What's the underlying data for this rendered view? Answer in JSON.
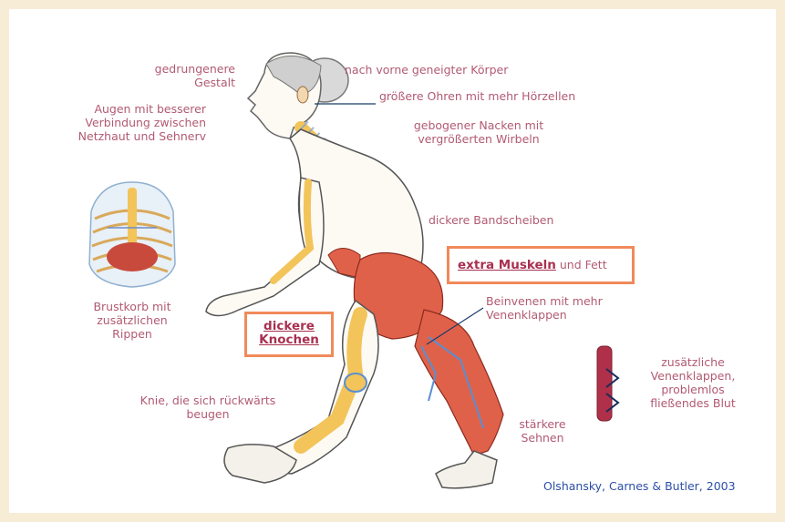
{
  "labels": {
    "compact_build": "gedrungenere\nGestalt",
    "eyes": "Augen mit besserer\nVerbindung zwischen\nNetzhaut und Sehnerv",
    "forward_body": "nach vorne geneigter Körper",
    "ears": "größere Ohren mit mehr Hörzellen",
    "neck": "gebogener Nacken mit\nvergrößerten Wirbeln",
    "discs": "dickere Bandscheiben",
    "muscles_bold": "extra Muskeln",
    "muscles_rest": " und Fett",
    "leg_veins": "Beinvenen mit mehr\nVenenklappen",
    "ribcage": "Brustkorb mit\nzusätzlichen\nRippen",
    "bones": "dickere\nKnochen",
    "knees": "Knie, die sich rückwärts\nbeugen",
    "tendons": "stärkere\nSehnen",
    "valves": "zusätzliche\nVenenklappen,\nproblemlos\nfließendes Blut"
  },
  "citation": "Olshansky, Carnes & Butler, 2003",
  "colors": {
    "label": "#b25a73",
    "highlight_border": "#f08a5a",
    "bone": "#f2c45a",
    "muscle": "#e0614a",
    "citation": "#2b4fa8",
    "frame": "#f7ecd5"
  }
}
